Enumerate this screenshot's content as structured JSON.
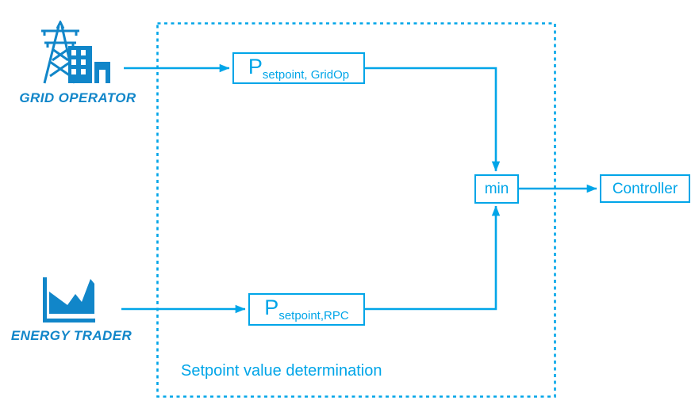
{
  "colors": {
    "diagram": "#00A5E8",
    "entity": "#1186C9",
    "background": "#FFFFFF"
  },
  "entities": {
    "grid_operator": {
      "label": "GRID OPERATOR",
      "icon": "transmission-tower-building-icon"
    },
    "energy_trader": {
      "label": "ENERGY TRADER",
      "icon": "energy-price-chart-icon"
    }
  },
  "boundary": {
    "label": "Setpoint value determination"
  },
  "blocks": {
    "setpoint_gridop": {
      "base": "P",
      "subscript": "setpoint, GridOp"
    },
    "setpoint_rpc": {
      "base": "P",
      "subscript": "setpoint,RPC"
    },
    "min": {
      "label": "min"
    },
    "controller": {
      "label": "Controller"
    }
  },
  "connections": [
    {
      "from": "grid-operator",
      "to": "p-setpoint-gridop"
    },
    {
      "from": "p-setpoint-gridop",
      "to": "min"
    },
    {
      "from": "energy-trader",
      "to": "p-setpoint-rpc"
    },
    {
      "from": "p-setpoint-rpc",
      "to": "min"
    },
    {
      "from": "min",
      "to": "controller"
    }
  ]
}
